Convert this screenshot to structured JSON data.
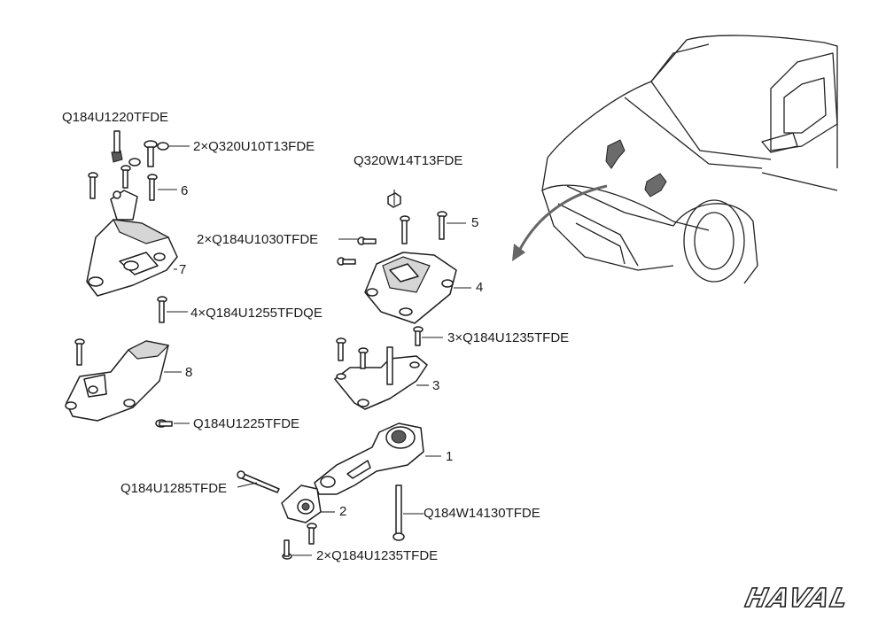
{
  "labels": {
    "q184u1220": "Q184U1220TFDE",
    "q320u10t13": "2×Q320U10T13FDE",
    "q320w14t13": "Q320W14T13FDE",
    "q184u1030": "2×Q184U1030TFDE",
    "q184u1255": "4×Q184U1255TFDQE",
    "q184u1235_3": "3×Q184U1235TFDE",
    "q184u1225": "Q184U1225TFDE",
    "q184u1285": "Q184U1285TFDE",
    "q184w14130": "Q184W14130TFDE",
    "q184u1235_2": "2×Q184U1235TFDE"
  },
  "callouts": {
    "n1": "1",
    "n2": "2",
    "n3": "3",
    "n4": "4",
    "n5": "5",
    "n6": "6",
    "n7": "7",
    "n8": "8"
  },
  "brand": {
    "logo_text": "HAVAL"
  }
}
